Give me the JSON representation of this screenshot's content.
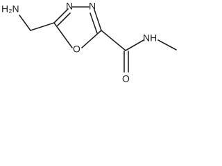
{
  "molecule": {
    "atoms": {
      "nh2": "H₂N",
      "n_left": "N",
      "n_right": "N",
      "o_ring": "O",
      "o_carbonyl": "O",
      "nh_amide": "NH"
    }
  },
  "colors": {
    "bond": "#222222",
    "label": "#222222",
    "background": "#ffffff"
  }
}
